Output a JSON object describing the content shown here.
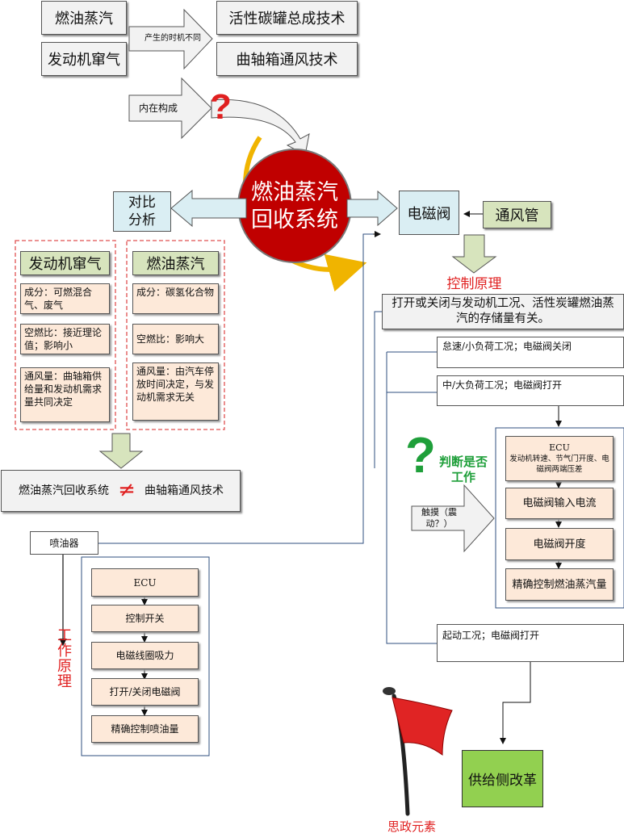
{
  "top": {
    "left_box_1": "燃油蒸汽",
    "left_box_2": "发动机窜气",
    "arrow_label": "产生的时机不同",
    "right_box_1": "活性碳罐总成技术",
    "right_box_2": "曲轴箱通风技术",
    "inner_arrow_label": "内在构成",
    "question_mark": "?"
  },
  "center": {
    "circle_title_line1": "燃油蒸汽",
    "circle_title_line2": "回收系统",
    "compare_label": "对比分析",
    "solenoid_valve": "电磁阀",
    "vent_pipe": "通风管"
  },
  "compare": {
    "left_title": "发动机窜气",
    "left_items": [
      "成分：可燃混合气、废气",
      "空燃比：接近理论值；影响小",
      "通风量：曲轴箱供给量和发动机需求量共同决定"
    ],
    "right_title": "燃油蒸汽",
    "right_items": [
      "成分：碳氢化合物",
      "空燃比：影响大",
      "通风量：由汽车停放时间决定，与发动机需求无关"
    ]
  },
  "conclusion": {
    "ellipse_text": "燃油蒸汽回收系统",
    "not_equal_mark": "≠",
    "right_text": "曲轴箱通风技术"
  },
  "injector": {
    "label": "喷油器",
    "working_principle": "工作原理",
    "steps": [
      "ECU",
      "控制开关",
      "电磁线圈吸力",
      "打开/关闭电磁阀",
      "精确控制喷油量"
    ]
  },
  "control": {
    "title": "控制原理",
    "main_text": "打开或关闭与发动机工况、活性炭罐燃油蒸汽的存储量有关。",
    "idle": "怠速/小负荷工况；电磁阀关闭",
    "mid": "中/大负荷工况；电磁阀打开",
    "ecu_title": "ECU",
    "ecu_detail": "发动机转速、节气门开度、电磁阀两端压差",
    "input_current": "电磁阀输入电流",
    "opening": "电磁阀开度",
    "precise": "精确控制燃油蒸汽量",
    "judge": "判断是否工作",
    "touch": "触摸（震动？）",
    "start": "起动工况；电磁阀打开",
    "supply_reform": "供给侧改革"
  },
  "ideology": {
    "label": "思政元素"
  },
  "colors": {
    "circle": "#c00000",
    "circle_arc": "#f0b400",
    "accent_red": "#e02020",
    "accent_green": "#1f9f3a",
    "reform_box": "#92d050"
  }
}
